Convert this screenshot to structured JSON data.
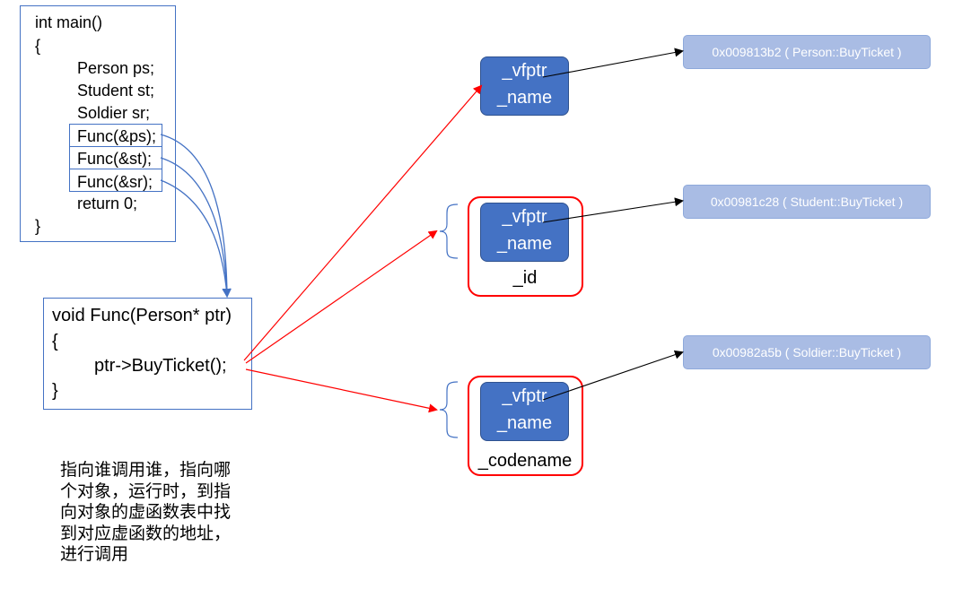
{
  "main_code": {
    "lines": [
      "int main()",
      "{",
      "Person ps;",
      "Student st;",
      "Soldier sr;",
      "Func(&ps);",
      "Func(&st);",
      "Func(&sr);",
      "return 0;",
      "}"
    ]
  },
  "func_code": {
    "lines": [
      "void Func(Person* ptr)",
      "{",
      "ptr->BuyTicket();",
      "}"
    ]
  },
  "objects": [
    {
      "vfptr": "_vfptr",
      "name": "_name",
      "extra": ""
    },
    {
      "vfptr": "_vfptr",
      "name": "_name",
      "extra": "_id"
    },
    {
      "vfptr": "_vfptr",
      "name": "_name",
      "extra": "_codename"
    }
  ],
  "vtables": [
    "0x009813b2 ( Person::BuyTicket )",
    "0x00981c28 ( Student::BuyTicket )",
    "0x00982a5b ( Soldier::BuyTicket )"
  ],
  "note": "指向谁调用谁，指向哪\n个对象，运行时，到指\n向对象的虚函数表中找\n到对应虚函数的地址，\n进行调用",
  "colors": {
    "object_fill": "#4472C4",
    "vtable_fill": "#A9BCE4",
    "highlight": "#FF0000",
    "code_border": "#4472C4"
  }
}
